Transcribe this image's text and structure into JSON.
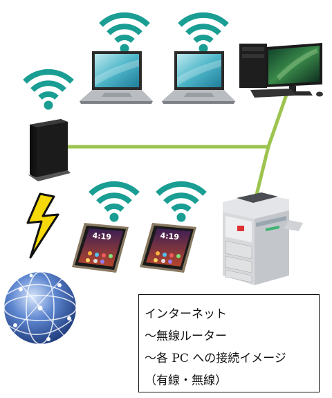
{
  "colors": {
    "wifi": "#1a9e94",
    "wired_link": "#9cc44e",
    "lightning": "#f5d90a",
    "router_body": "#1c1c1c",
    "globe": "#2f5aa8"
  },
  "icons": {
    "router": "router-icon",
    "laptop": "laptop-icon",
    "desktop": "desktop-pc-icon",
    "smartphone": "smartphone-icon",
    "printer": "multifunction-printer-icon",
    "internet": "globe-icon",
    "signal": "wifi-icon",
    "link": "lightning-icon"
  },
  "phones": {
    "clock": "4:19"
  },
  "caption": {
    "line1": "インターネット",
    "line2": "～無線ルーター",
    "line3": "～各 PC への接続イメージ",
    "line4": "（有線・無線）"
  }
}
